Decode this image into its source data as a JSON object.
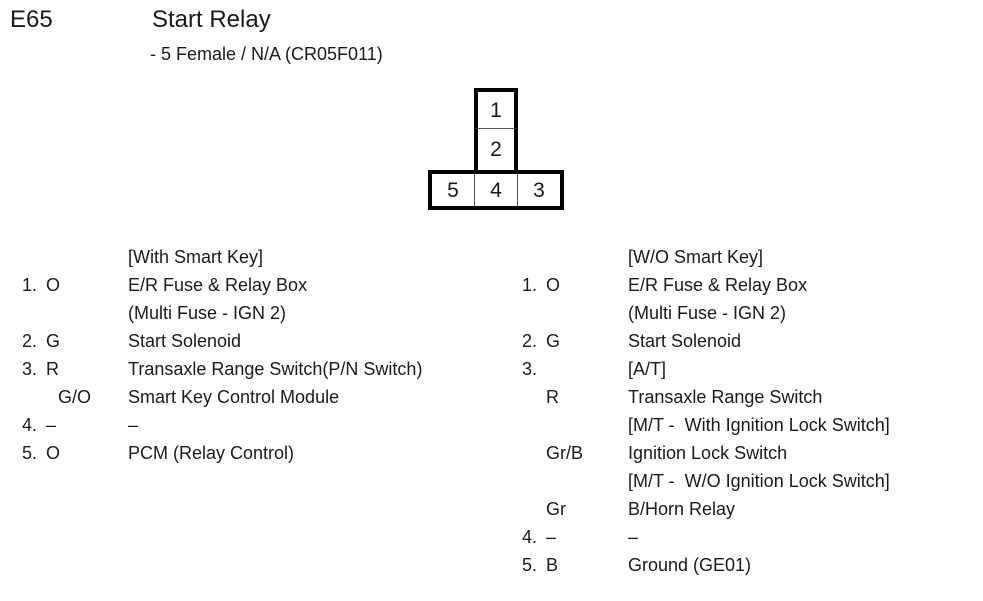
{
  "header": {
    "connector_code": "E65",
    "title": "Start Relay",
    "subtitle": "- 5 Female / N/A (CR05F011)"
  },
  "pin_diagram": {
    "name": "connector-pin-layout",
    "shape": "t-shape",
    "top_column": [
      {
        "pin": "1"
      },
      {
        "pin": "2"
      }
    ],
    "bottom_row": [
      {
        "pin": "5"
      },
      {
        "pin": "4"
      },
      {
        "pin": "3"
      }
    ]
  },
  "lists": {
    "left": {
      "heading": "[With Smart Key]",
      "rows": [
        {
          "num": "",
          "color": "",
          "desc": "[With Smart Key]",
          "indent": false
        },
        {
          "num": "1.",
          "color": "O",
          "desc": "E/R Fuse & Relay Box",
          "indent": false
        },
        {
          "num": "",
          "color": "",
          "desc": "(Multi Fuse - IGN 2)",
          "indent": false
        },
        {
          "num": "2.",
          "color": "G",
          "desc": "Start Solenoid",
          "indent": false
        },
        {
          "num": "3.",
          "color": "R",
          "desc": "Transaxle Range Switch(P/N Switch)",
          "indent": false
        },
        {
          "num": "",
          "color": "G/O",
          "desc": "Smart Key Control Module",
          "indent": true
        },
        {
          "num": "4.",
          "color": "–",
          "desc": "–",
          "indent": false
        },
        {
          "num": "5.",
          "color": "O",
          "desc": "PCM (Relay Control)",
          "indent": false
        }
      ]
    },
    "right": {
      "heading": "[W/O Smart Key]",
      "rows": [
        {
          "num": "",
          "color": "",
          "desc": "[W/O Smart Key]",
          "indent": false
        },
        {
          "num": "1.",
          "color": "O",
          "desc": "E/R Fuse & Relay Box",
          "indent": false
        },
        {
          "num": "",
          "color": "",
          "desc": "(Multi Fuse - IGN 2)",
          "indent": false
        },
        {
          "num": "2.",
          "color": "G",
          "desc": "Start Solenoid",
          "indent": false
        },
        {
          "num": "3.",
          "color": "",
          "desc": "[A/T]",
          "indent": false
        },
        {
          "num": "",
          "color": "R",
          "desc": "Transaxle Range Switch",
          "indent": true
        },
        {
          "num": "",
          "color": "",
          "desc": "[M/T -  With Ignition Lock Switch]",
          "indent": false
        },
        {
          "num": "",
          "color": "Gr/B",
          "desc": "Ignition Lock Switch",
          "indent": true
        },
        {
          "num": "",
          "color": "",
          "desc": "[M/T -  W/O Ignition Lock Switch]",
          "indent": false
        },
        {
          "num": "",
          "color": "Gr",
          "desc": "B/Horn Relay",
          "indent": true
        },
        {
          "num": "4.",
          "color": "–",
          "desc": "–",
          "indent": false
        },
        {
          "num": "5.",
          "color": "B",
          "desc": "Ground (GE01)",
          "indent": false
        }
      ]
    }
  },
  "colors": {
    "background": "#ffffff",
    "text": "#1a1a1a",
    "diagram_border": "#000000",
    "diagram_divider": "#555555"
  }
}
